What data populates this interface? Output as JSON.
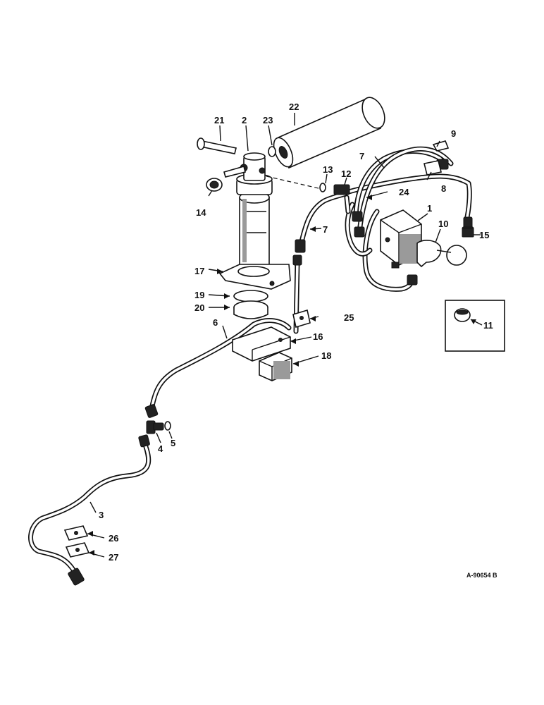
{
  "diagram": {
    "drawing_code": "A-90654 B",
    "callouts": [
      "1",
      "2",
      "3",
      "4",
      "5",
      "6",
      "7",
      "7",
      "8",
      "9",
      "10",
      "11",
      "12",
      "13",
      "14",
      "15",
      "16",
      "17",
      "18",
      "19",
      "20",
      "21",
      "22",
      "23",
      "24",
      "25",
      "26",
      "27"
    ]
  }
}
